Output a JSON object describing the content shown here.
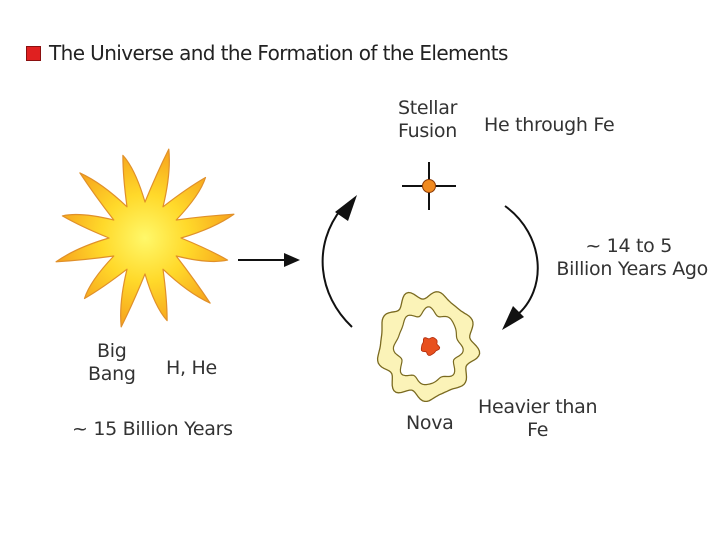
{
  "title": "The Universe and the Formation of the Elements",
  "labels": {
    "big_bang": [
      "Big",
      "Bang"
    ],
    "big_bang_elements": "H, He",
    "big_bang_time": "~ 15 Billion Years",
    "stellar_fusion": [
      "Stellar",
      "Fusion"
    ],
    "stellar_fusion_elements": "He through Fe",
    "cycle_time": [
      "~ 14 to 5",
      "Billion Years Ago"
    ],
    "nova": "Nova",
    "nova_elements": [
      "Heavier than",
      "Fe"
    ]
  },
  "colors": {
    "title_bullet": "#e02020",
    "sun_outer": "#f5a623",
    "sun_core": "#ffee33",
    "star": "#f08a20",
    "nova_shell": "#fbf3b8",
    "nova_core": "#e8501f",
    "stroke": "#111111"
  },
  "icons": {
    "big_bang": "sun-burst-icon",
    "stellar_fusion": "star-crosshair-icon",
    "nova": "nova-shell-icon"
  }
}
